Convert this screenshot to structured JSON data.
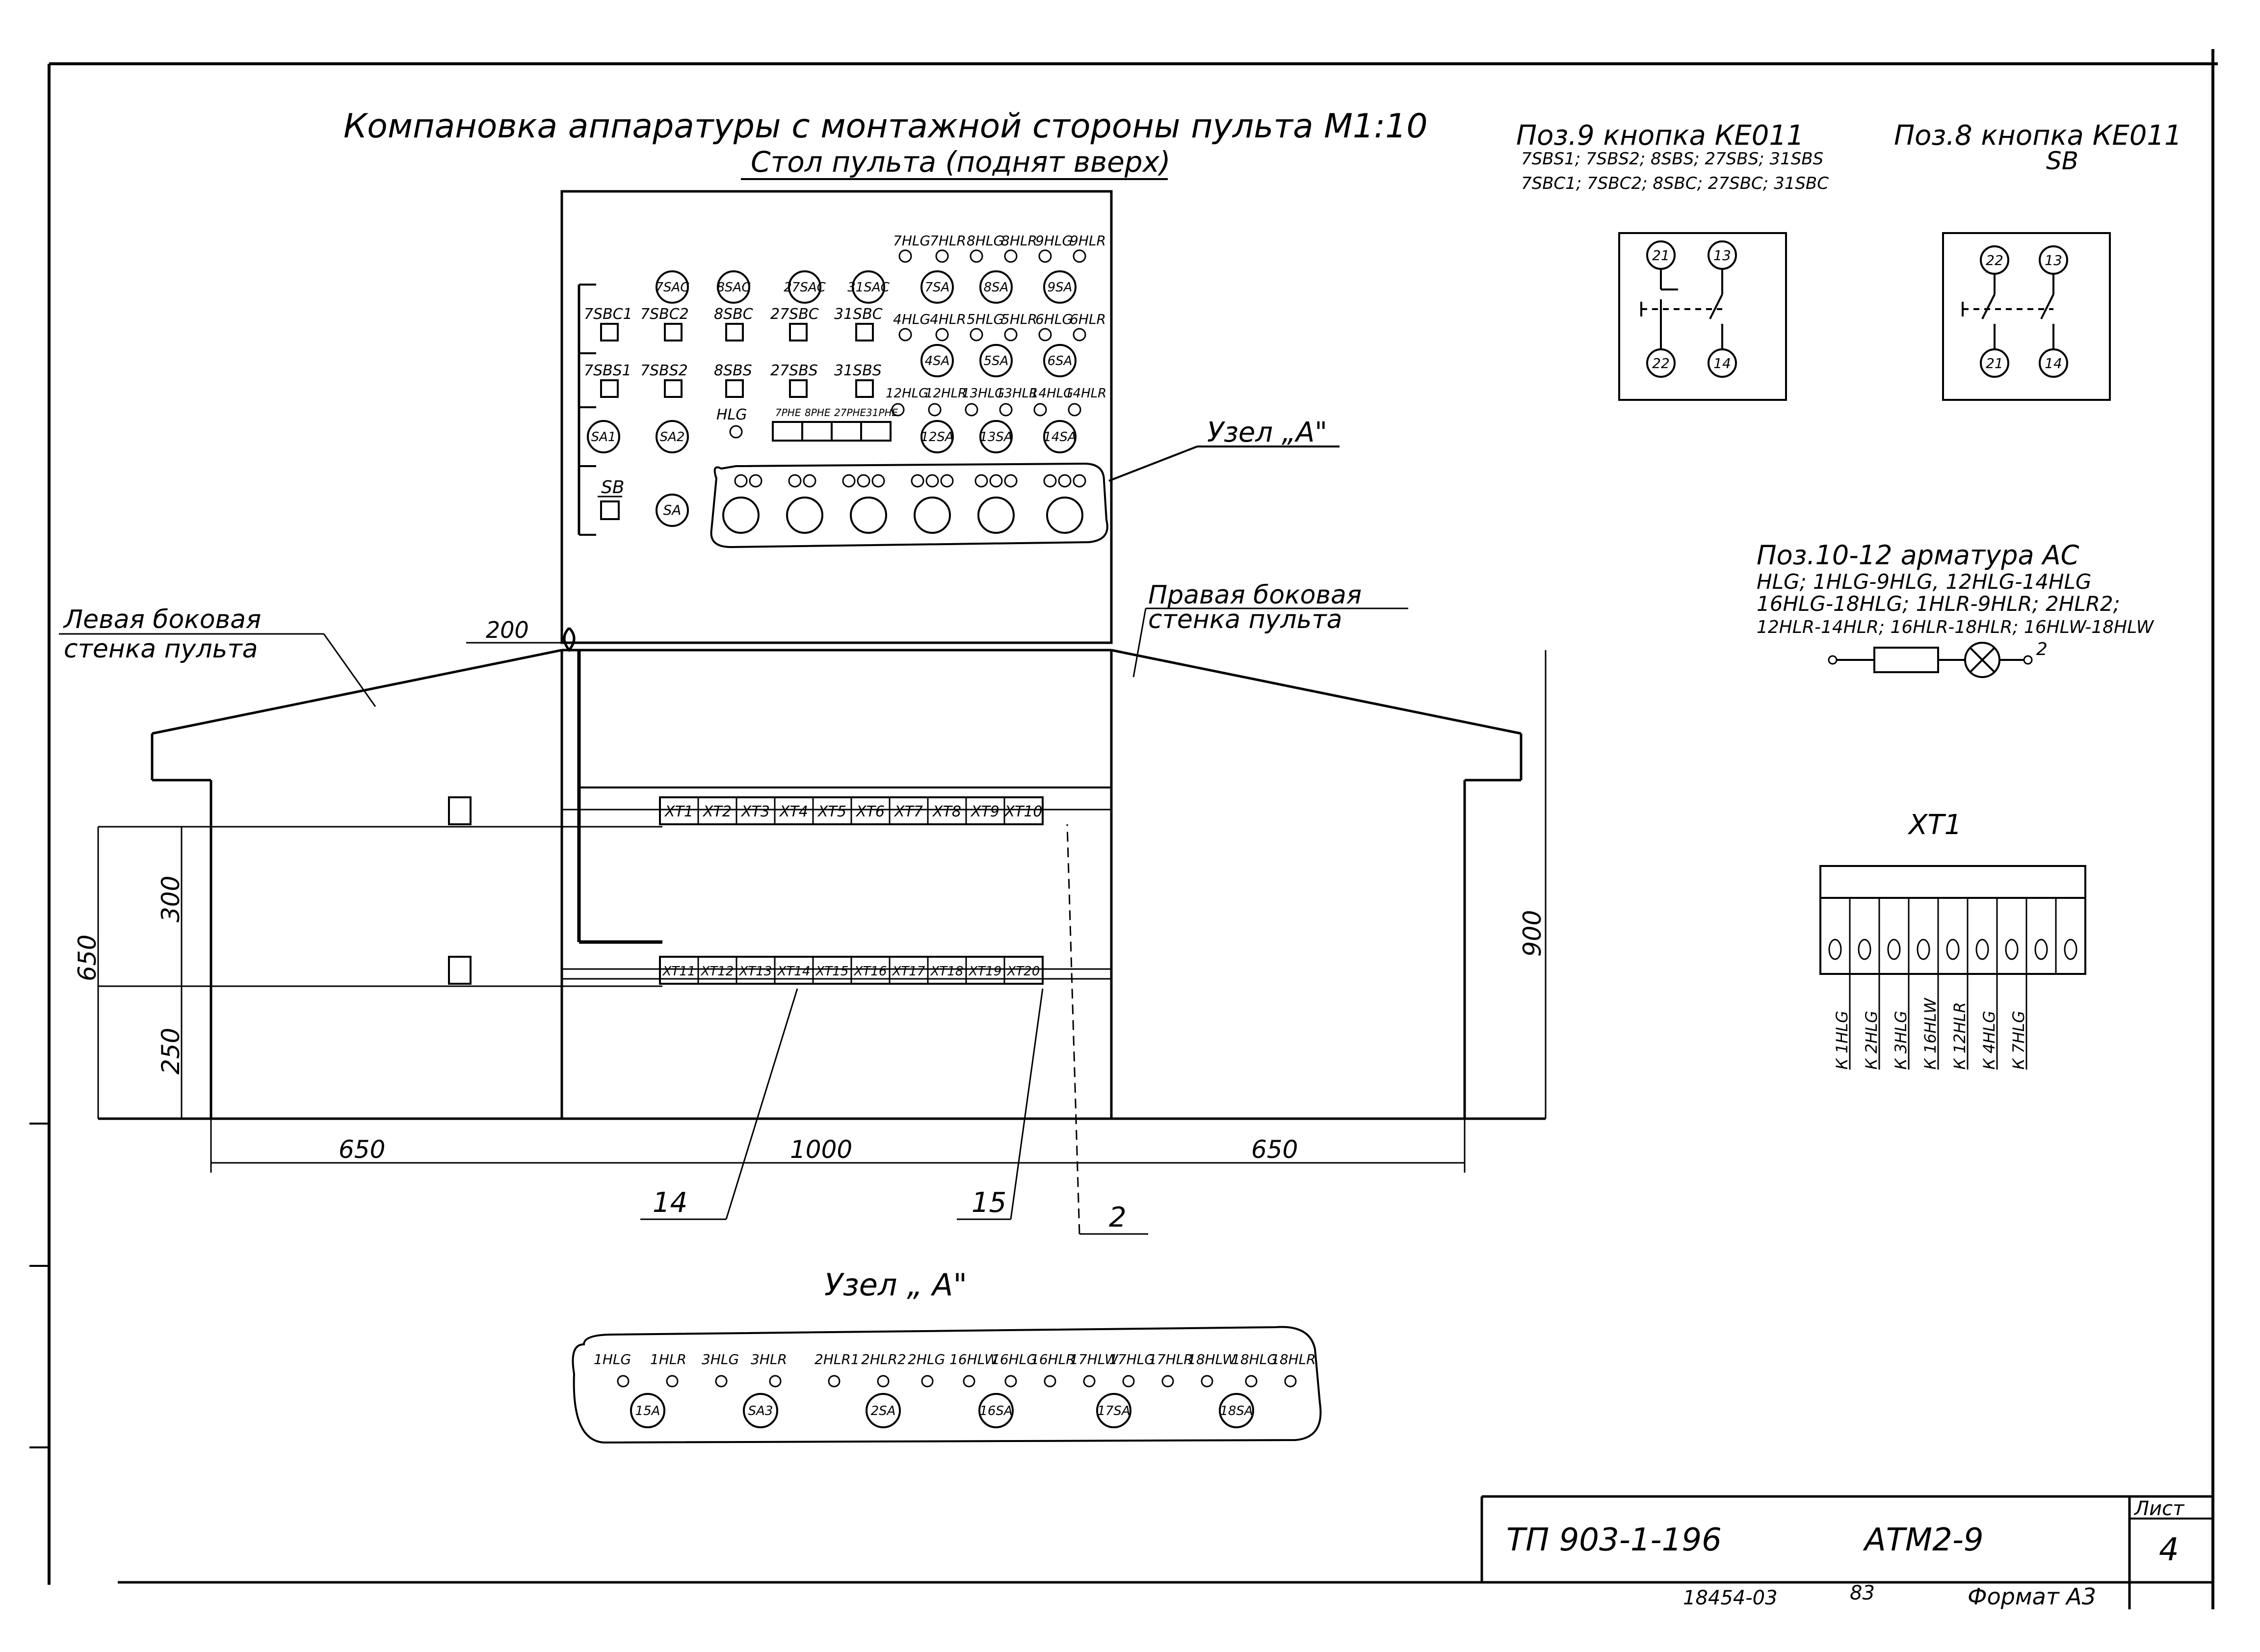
{
  "title": "Компановка аппаратуры с монтажной стороны пульта М1:10",
  "subtitle": "Стол пульта (поднят вверх)",
  "node_a_label": "Узел „А\"",
  "left_wall_label": [
    "Левая боковая",
    "стенка пульта"
  ],
  "right_wall_label": [
    "Правая боковая",
    "стенка пульта"
  ],
  "dims": {
    "d200": "200",
    "d650_left_v": "650",
    "d300": "300",
    "d250": "250",
    "d900": "900",
    "d650_left_h": "650",
    "d1000": "1000",
    "d650_right_h": "650"
  },
  "callouts": [
    "14",
    "15",
    "2"
  ],
  "panel": {
    "lamp_row1": [
      "7HLG",
      "7HLR",
      "8HLG",
      "8HLR",
      "9HLG",
      "9HLR"
    ],
    "lamp_row2": [
      "4HLG",
      "4HLR",
      "5HLG",
      "5HLR",
      "6HLG",
      "6HLR"
    ],
    "lamp_row3": [
      "12HLG",
      "12HLR",
      "13HLG",
      "13HLR",
      "14HLG",
      "14HLR"
    ],
    "sa_top": [
      "7SAC",
      "8SAC",
      "27SAC",
      "31SAC"
    ],
    "sa_grid": [
      "7SA",
      "8SA",
      "9SA",
      "4SA",
      "5SA",
      "6SA",
      "12SA",
      "13SA",
      "14SA"
    ],
    "btn_row1": [
      "7SBC1",
      "7SBC2",
      "8SBC",
      "27SBC",
      "31SBC"
    ],
    "btn_row2": [
      "7SBS1",
      "7SBS2",
      "8SBS",
      "27SBS",
      "31SBS"
    ],
    "small": [
      "SA1",
      "SA2",
      "HLG",
      "SB",
      "SA"
    ],
    "tp_row": [
      "7PHE",
      "8PHE",
      "27PHE",
      "31PHE"
    ]
  },
  "xt_top": [
    "XT1",
    "XT2",
    "XT3",
    "XT4",
    "XT5",
    "XT6",
    "XT7",
    "XT8",
    "XT9",
    "XT10"
  ],
  "xt_bottom": [
    "XT11",
    "XT12",
    "XT13",
    "XT14",
    "XT15",
    "XT16",
    "XT17",
    "XT18",
    "XT19",
    "XT20"
  ],
  "pos9": {
    "title": "Поз.9 кнопка КЕ011",
    "line1": "7SBS1; 7SBS2; 8SBS; 27SBS; 31SBS",
    "line2": "7SBC1; 7SBC2; 8SBC; 27SBC; 31SBC",
    "contacts": [
      "21",
      "13",
      "22",
      "14"
    ]
  },
  "pos8": {
    "title": "Поз.8 кнопка КЕ011",
    "line1": "SB",
    "contacts": [
      "22",
      "13",
      "21",
      "14"
    ]
  },
  "pos10": {
    "title": "Поз.10-12 арматура АС",
    "line1": "HLG; 1HLG-9HLG, 12HLG-14HLG",
    "line2": "16HLG-18HLG; 1HLR-9HLR; 2HLR2;",
    "line3": "12HLR-14HLR; 16HLR-18HLR; 16HLW-18HLW",
    "end_label": "2"
  },
  "xt1": {
    "title": "XT1",
    "terminals": [
      "К 1HLG",
      "К 2HLG",
      "К 3HLG",
      "К 16HLW",
      "К 12HLR",
      "К 4HLG",
      "К 7HLG"
    ]
  },
  "node_a": {
    "title": "Узел „ А\"",
    "labels": [
      "1HLG",
      "1HLR",
      "3HLG",
      "3HLR",
      "2HLR1",
      "2HLR2",
      "2HLG",
      "16HLW",
      "16HLG",
      "16HLR",
      "17HLW",
      "17HLG",
      "17HLR",
      "18HLW",
      "18HLG",
      "18HLR"
    ],
    "switches": [
      "15A",
      "SA3",
      "2SA",
      "16SA",
      "17SA",
      "18SA"
    ]
  },
  "stamp": {
    "doc": "ТП 903-1-196",
    "code": "АТМ2-9",
    "sheet_label": "Лист",
    "sheet": "4",
    "bottom_id": "18454-03",
    "bottom_num": "83",
    "format": "Формат А3"
  }
}
